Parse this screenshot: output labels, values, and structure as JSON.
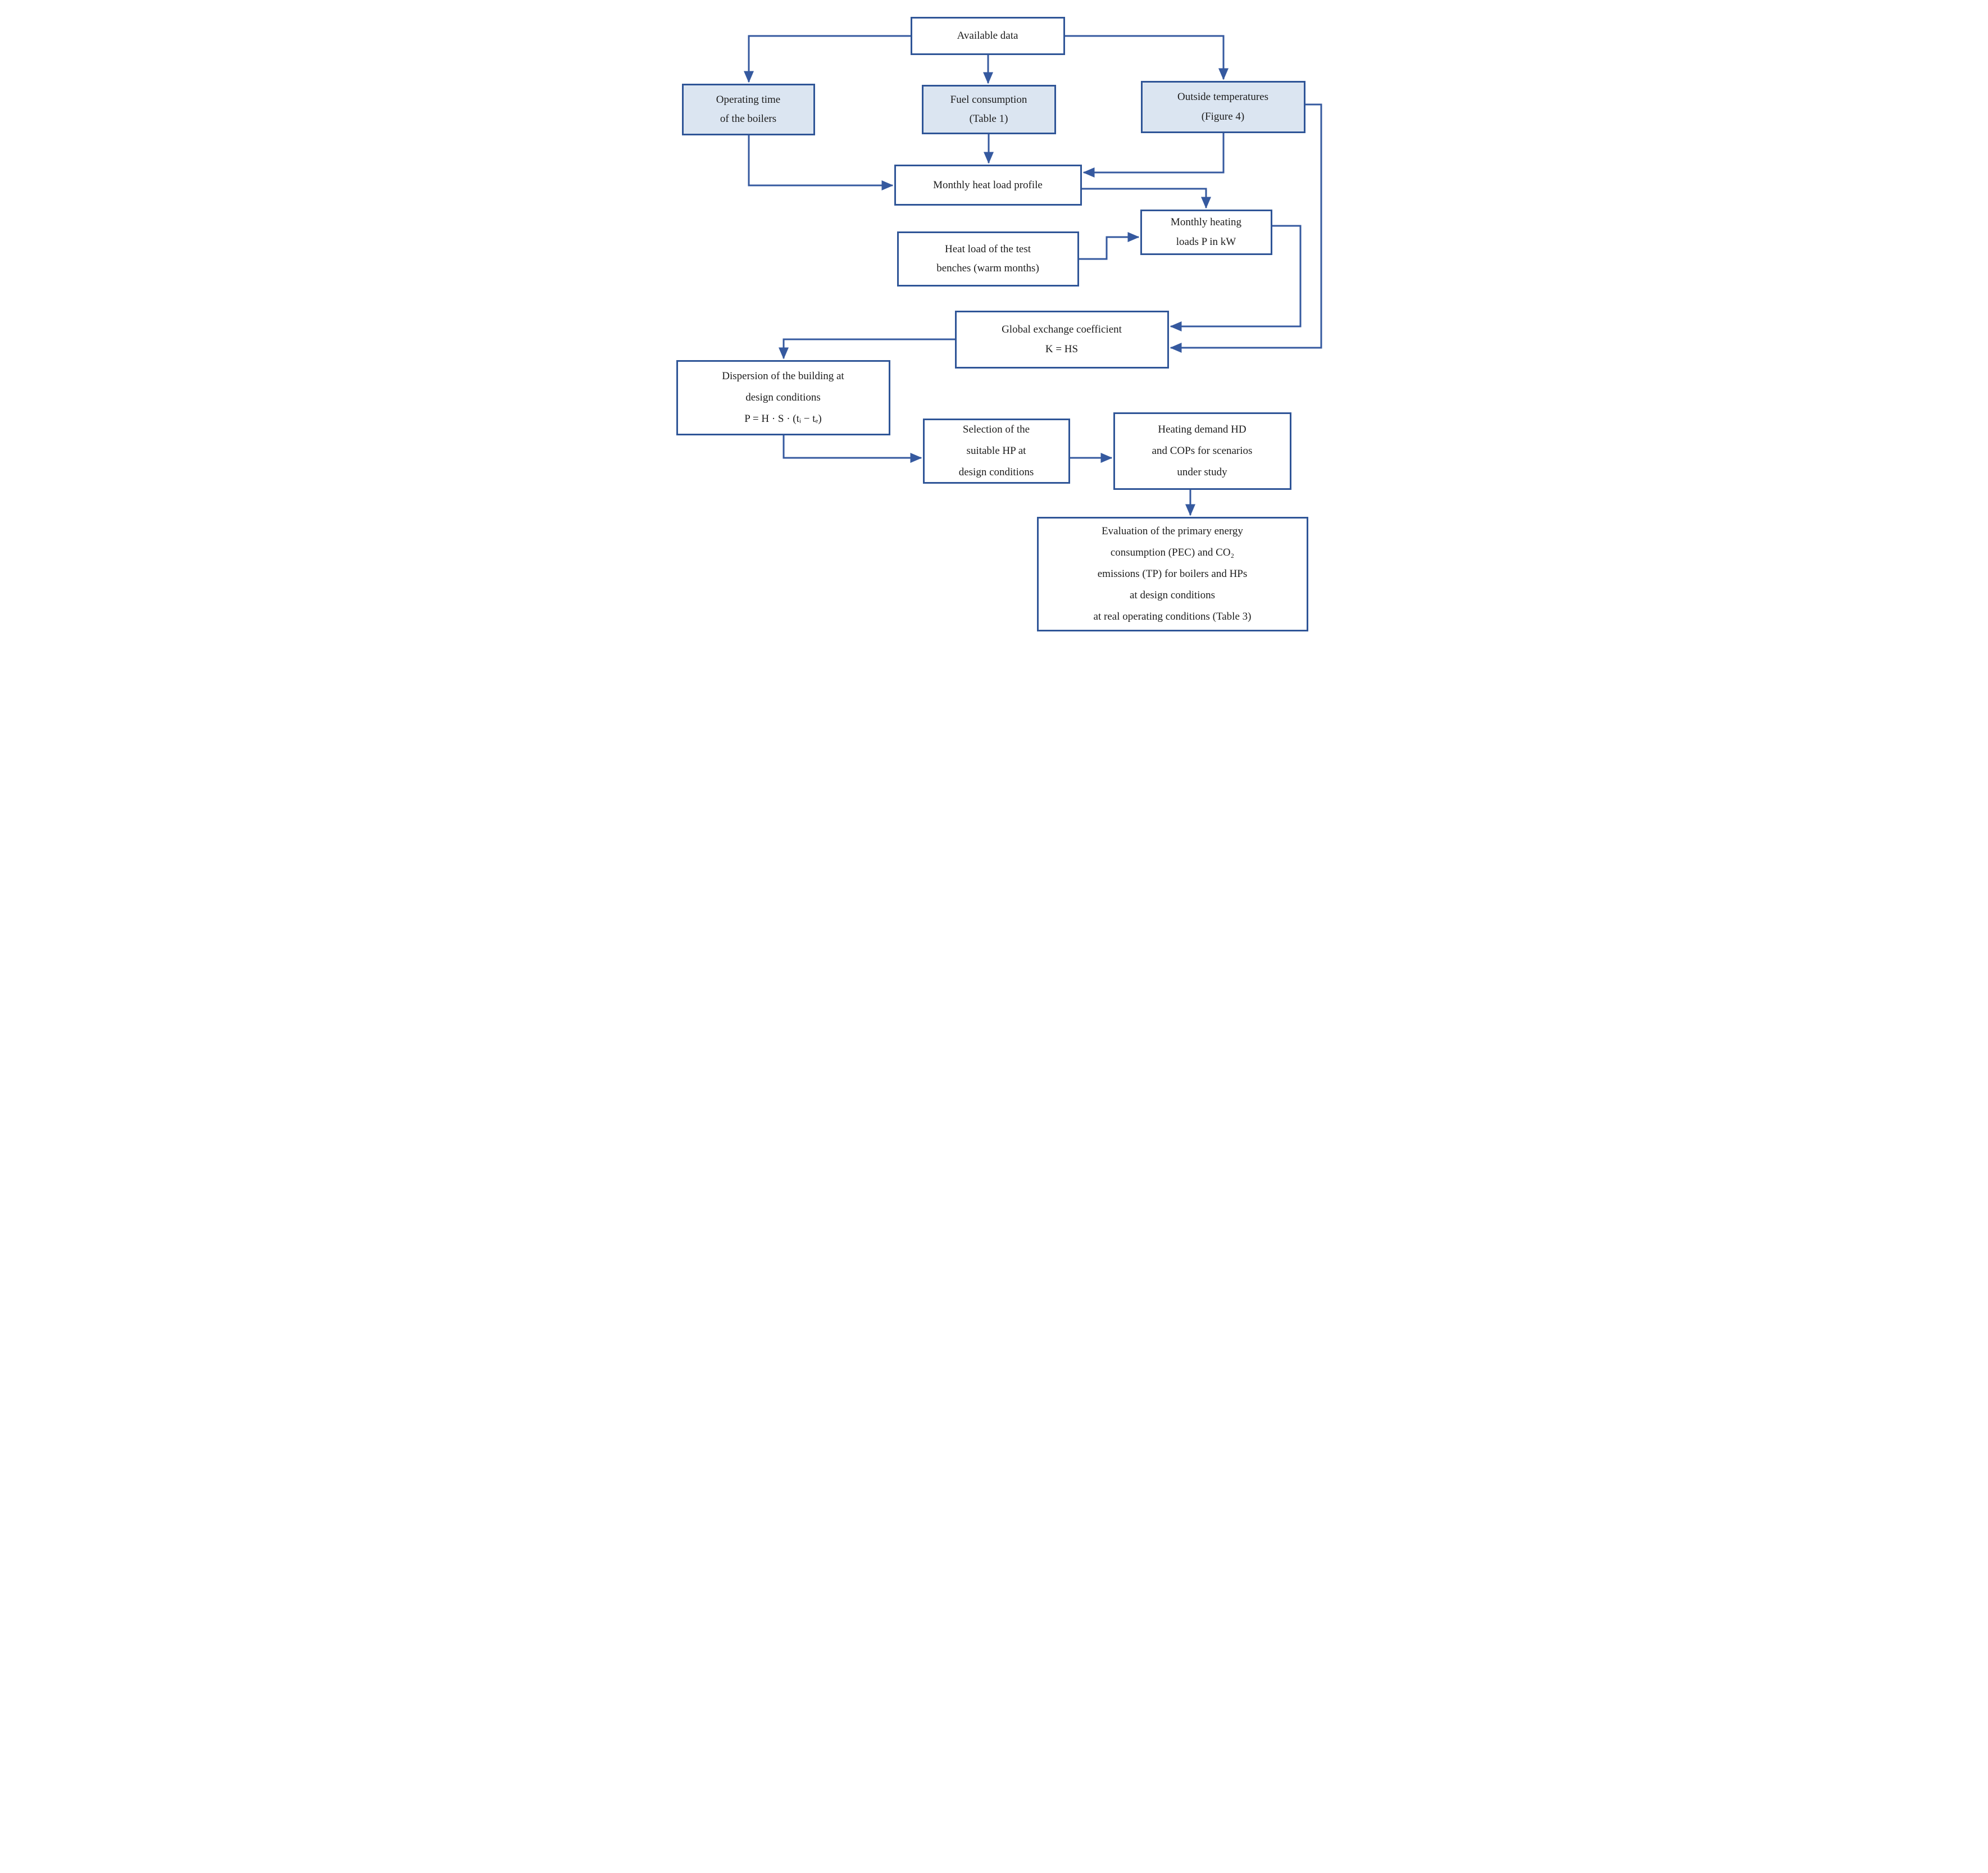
{
  "figure": {
    "type": "flowchart",
    "colors": {
      "box_border": "#2f5597",
      "arrow": "#35599f",
      "box_fill_default": "#ffffff",
      "box_fill_highlight": "#dbe5f1",
      "text": "#1c1c1c",
      "background": "#ffffff"
    },
    "nodes": {
      "available_data": {
        "lines": [
          "Available data"
        ],
        "highlighted": false
      },
      "operating_time": {
        "lines": [
          "Operating time",
          "of the boilers"
        ],
        "highlighted": true
      },
      "fuel_consumption": {
        "lines": [
          "Fuel consumption",
          "(Table 1)"
        ],
        "highlighted": true
      },
      "outside_temperatures": {
        "lines": [
          "Outside temperatures",
          "(Figure 4)"
        ],
        "highlighted": true
      },
      "monthly_heat_load_profile": {
        "lines": [
          "Monthly heat load profile"
        ],
        "highlighted": false
      },
      "heat_load_test_benches": {
        "lines": [
          "Heat load of the test",
          "benches (warm months)"
        ],
        "highlighted": false
      },
      "monthly_heating_loads": {
        "lines": [
          "Monthly heating",
          "loads P in kW"
        ],
        "highlighted": false
      },
      "global_exchange_coefficient": {
        "lines": [
          "Global exchange coefficient",
          "K = HS"
        ],
        "highlighted": false
      },
      "dispersion_building": {
        "lines": [
          "Dispersion of the building at",
          "design conditions",
          "P = H · S · (tᵢ − tₑ)"
        ],
        "highlighted": false
      },
      "selection_hp": {
        "lines": [
          "Selection of the",
          "suitable HP at",
          "design conditions"
        ],
        "highlighted": false
      },
      "heating_demand": {
        "lines": [
          "Heating demand HD",
          "and COPs for scenarios",
          "under study"
        ],
        "highlighted": false
      },
      "evaluation": {
        "lines": [
          "Evaluation of the primary energy",
          "consumption (PEC) and CO₂",
          "emissions (TP) for boilers and HPs",
          "at design conditions",
          "at real operating conditions (Table 3)"
        ],
        "highlighted": false
      }
    }
  }
}
